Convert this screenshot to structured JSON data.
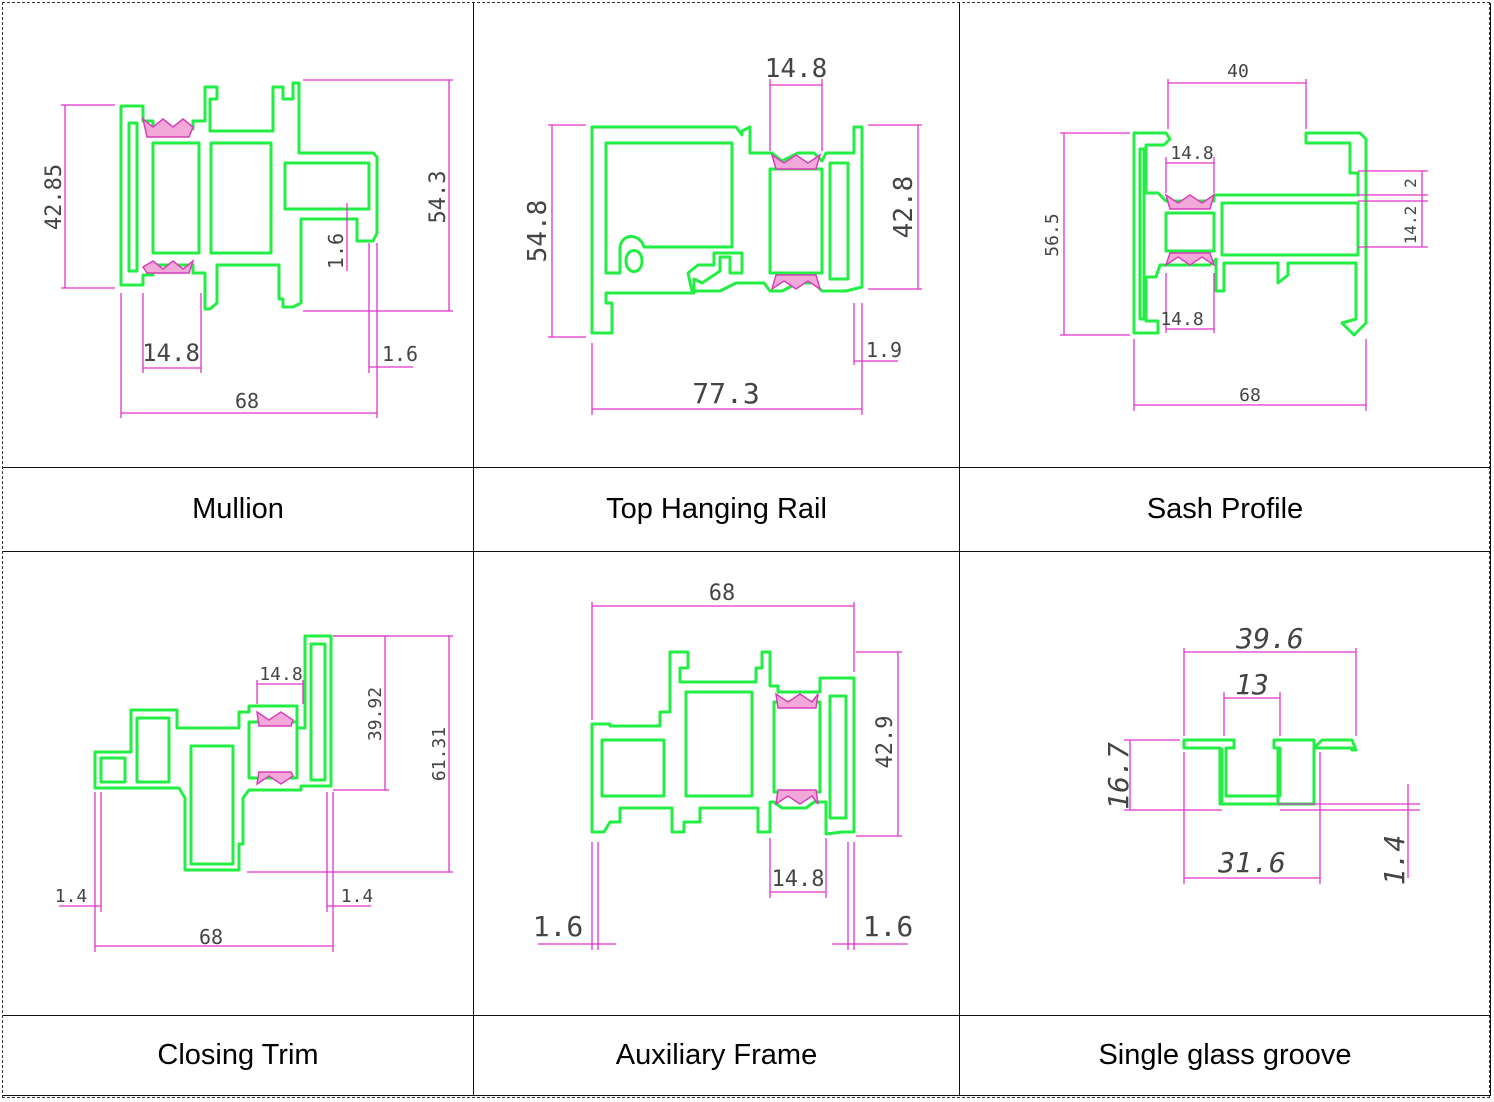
{
  "profiles": [
    {
      "name": "Mullion",
      "dims": [
        "42.85",
        "54.3",
        "14.8",
        "1.6",
        "1.6",
        "68"
      ]
    },
    {
      "name": "Top Hanging Rail",
      "dims": [
        "14.8",
        "54.8",
        "42.8",
        "1.9",
        "77.3"
      ]
    },
    {
      "name": "Sash Profile",
      "dims": [
        "40",
        "14.8",
        "2",
        "56.5",
        "14.2",
        "14.8",
        "68"
      ]
    },
    {
      "name": "Closing Trim",
      "dims": [
        "14.8",
        "39.92",
        "61.31",
        "1.4",
        "1.4",
        "68"
      ]
    },
    {
      "name": "Auxiliary Frame",
      "dims": [
        "68",
        "42.9",
        "14.8",
        "1.6",
        "1.6"
      ]
    },
    {
      "name": "Single glass groove",
      "dims": [
        "39.6",
        "13",
        "16.7",
        "31.6",
        "1.4"
      ]
    }
  ],
  "colors": {
    "profile": "#22ee44",
    "dimension": "#e034c8",
    "gasket": "#f2a8d8"
  }
}
